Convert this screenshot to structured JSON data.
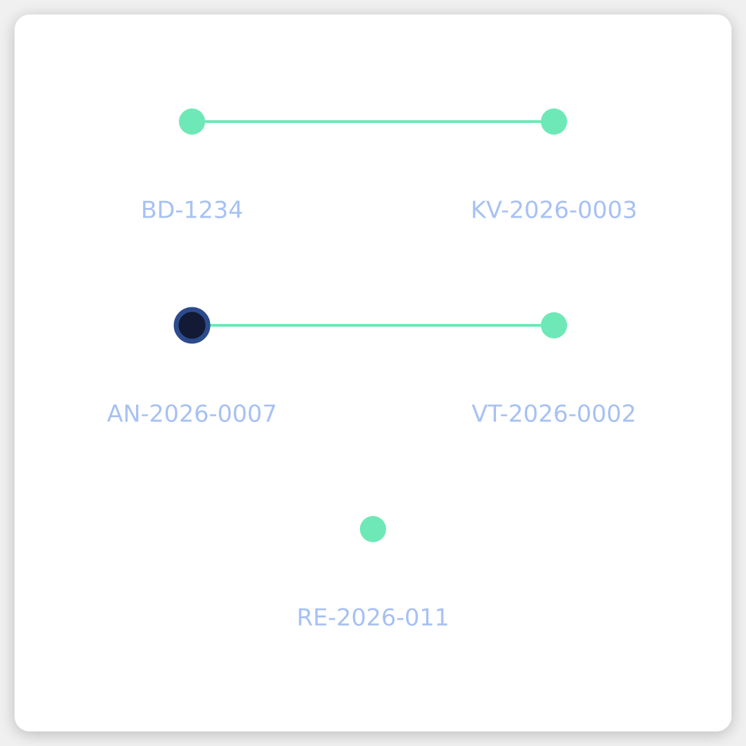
{
  "diagram": {
    "colors": {
      "edge": "#6ee8b7",
      "node": "#6ee8b7",
      "selected_node_fill": "#121a35",
      "selected_node_ring": "#2c4b8c",
      "label": "#a7c1f3"
    },
    "nodes": [
      {
        "id": "n1",
        "label": "BD-1234",
        "selected": false
      },
      {
        "id": "n2",
        "label": "KV-2026-0003",
        "selected": false
      },
      {
        "id": "n3",
        "label": "AN-2026-0007",
        "selected": true
      },
      {
        "id": "n4",
        "label": "VT-2026-0002",
        "selected": false
      },
      {
        "id": "n5",
        "label": "RE-2026-011",
        "selected": false
      }
    ],
    "edges": [
      {
        "from": "n1",
        "to": "n2"
      },
      {
        "from": "n3",
        "to": "n4"
      }
    ]
  }
}
